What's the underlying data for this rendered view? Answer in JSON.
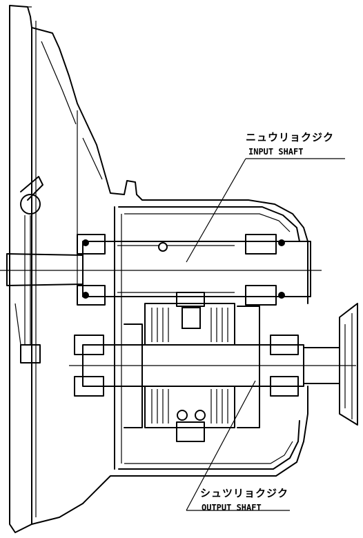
{
  "labels": {
    "input_shaft_jp": "ニュウリョクジク",
    "input_shaft_en": "INPUT SHAFT",
    "output_shaft_jp": "シュツリョクジク",
    "output_shaft_en": "OUTPUT SHAFT"
  },
  "colors": {
    "line": "#000000",
    "background": "#ffffff"
  }
}
